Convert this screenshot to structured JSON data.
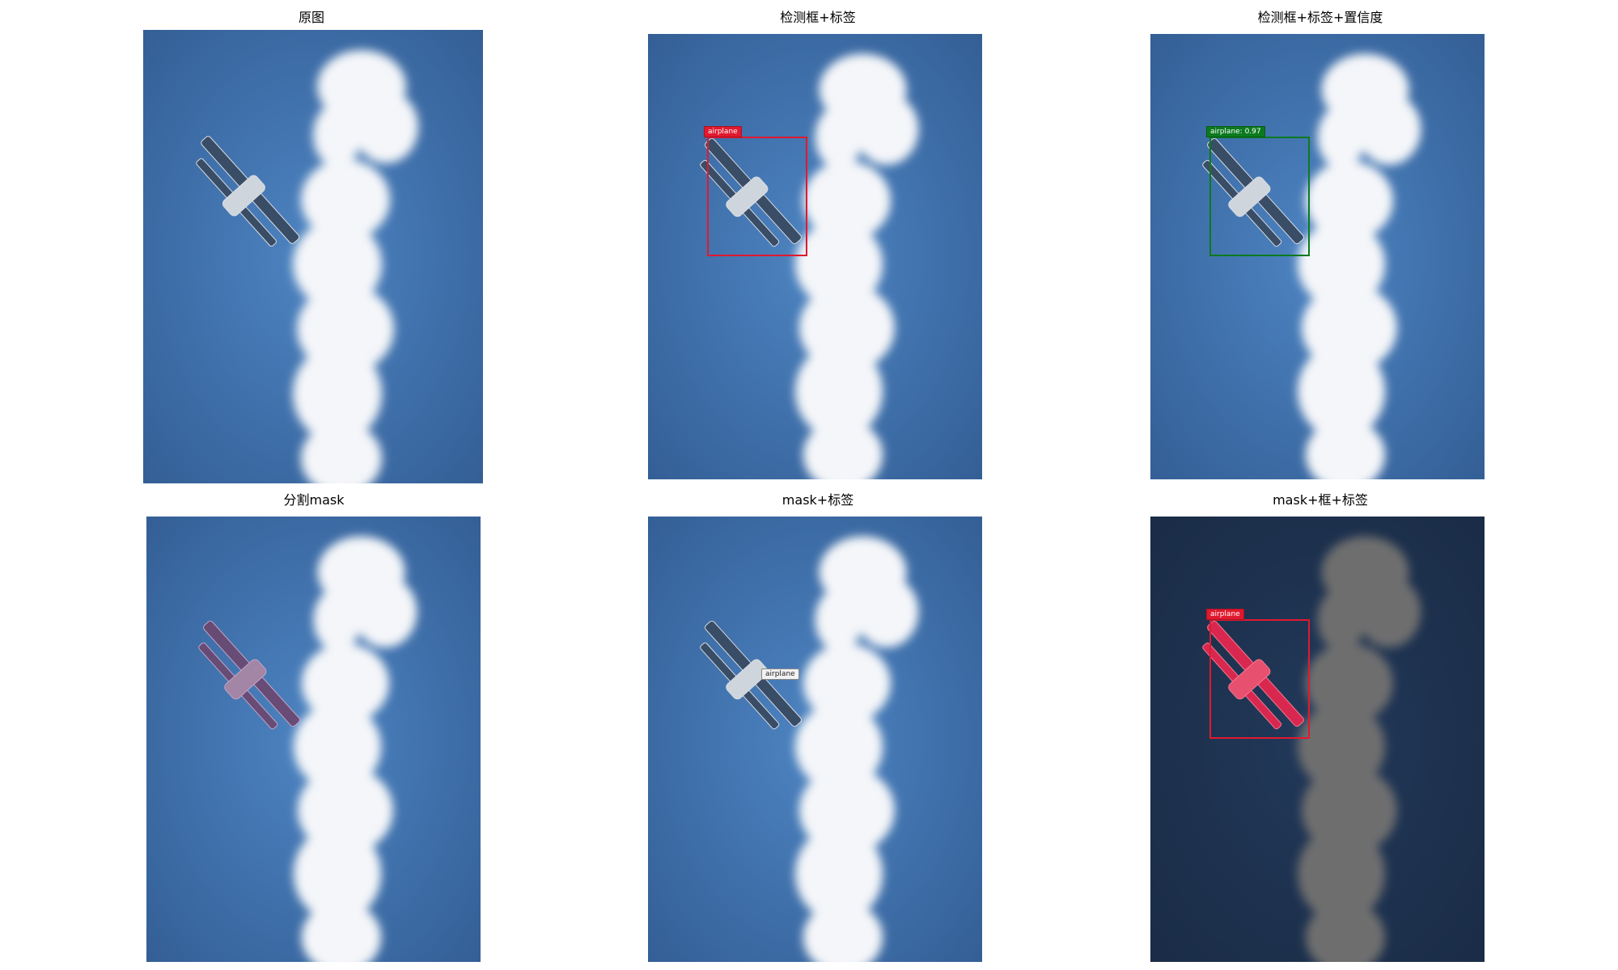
{
  "panels": [
    {
      "title": "原图"
    },
    {
      "title": "检测框+标签",
      "label": "airplane",
      "box_color": "#e0192f"
    },
    {
      "title": "检测框+标签+置信度",
      "label": "airplane: 0.97",
      "box_color": "#0b7a1f"
    },
    {
      "title": "分割mask",
      "mask_color": "#8b4a7a"
    },
    {
      "title": "mask+标签",
      "label": "airplane"
    },
    {
      "title": "mask+框+标签",
      "label": "airplane",
      "box_color": "#e0192f",
      "mask_color": "#e0315a"
    }
  ],
  "colors": {
    "sky": "#3f74b0",
    "sky_light": "#4d84c2",
    "dim_sky": "#1f3452",
    "smoke": "#f4f6f9"
  }
}
